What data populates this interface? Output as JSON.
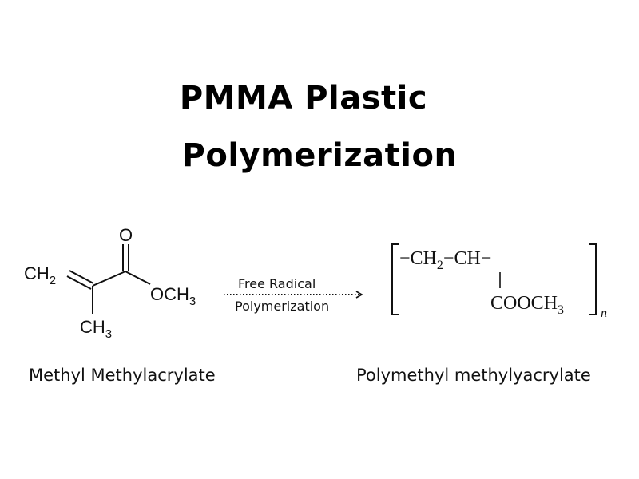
{
  "title": {
    "line1": "PMMA Plastic",
    "line2": "Polymerization"
  },
  "monomer": {
    "ch2_main": "CH",
    "ch2_sub": "2",
    "oxygen": "O",
    "och3_main": "OCH",
    "och3_sub": "3",
    "ch3_main": "CH",
    "ch3_sub": "3",
    "caption": "Methyl Methylacrylate"
  },
  "reaction": {
    "label_top": "Free Radical",
    "label_bottom": "Polymerization"
  },
  "polymer": {
    "backbone_dash1": "−",
    "backbone_ch2": "CH",
    "backbone_ch2_sub": "2",
    "backbone_dash2": "−",
    "backbone_ch": "CH",
    "backbone_dash3": "−",
    "side_group": "COOCH",
    "side_group_sub": "3",
    "repeat_index": "n",
    "caption": "Polymethyl methylyacrylate"
  },
  "colors": {
    "ink": "#111111",
    "background": "#ffffff"
  }
}
